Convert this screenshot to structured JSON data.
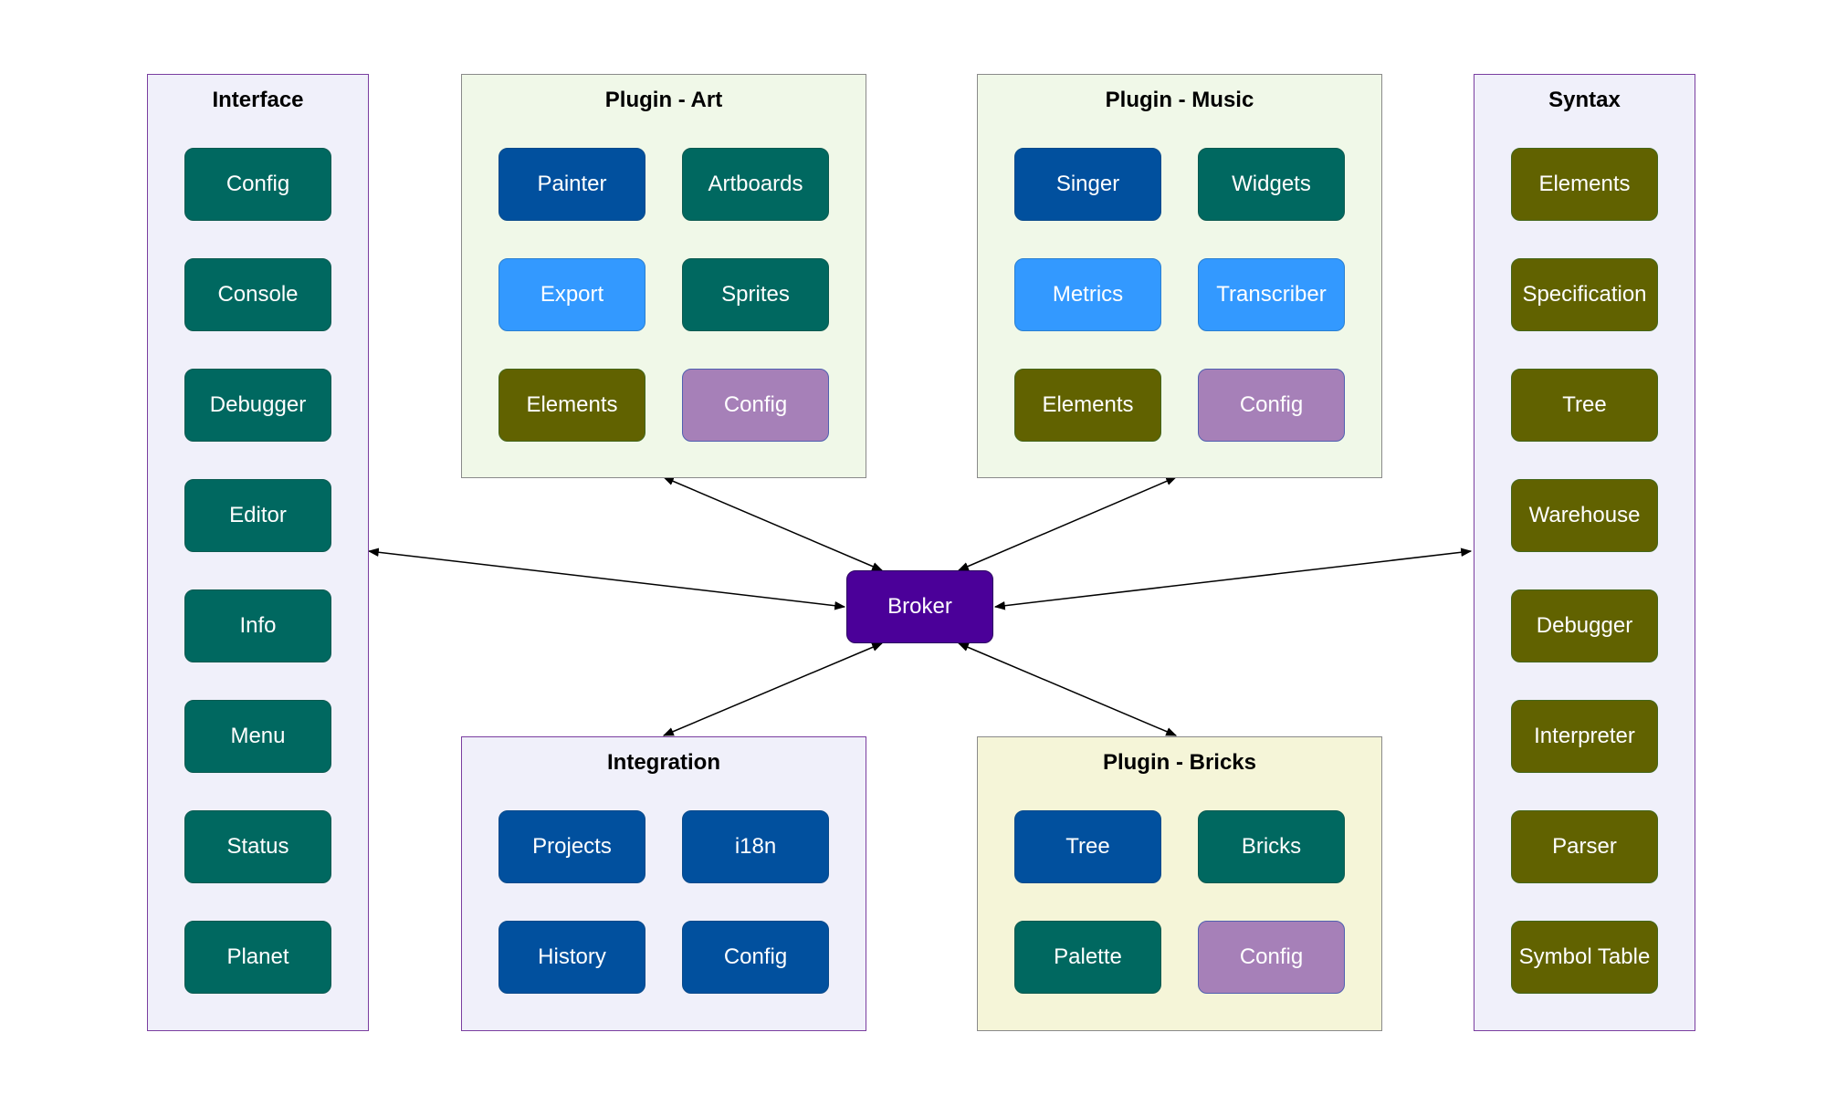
{
  "broker": "Broker",
  "groups": {
    "interface": {
      "title": "Interface",
      "items": [
        "Config",
        "Console",
        "Debugger",
        "Editor",
        "Info",
        "Menu",
        "Status",
        "Planet"
      ]
    },
    "plugin_art": {
      "title": "Plugin - Art",
      "items": [
        "Painter",
        "Artboards",
        "Export",
        "Sprites",
        "Elements",
        "Config"
      ]
    },
    "plugin_music": {
      "title": "Plugin - Music",
      "items": [
        "Singer",
        "Widgets",
        "Metrics",
        "Transcriber",
        "Elements",
        "Config"
      ]
    },
    "syntax": {
      "title": "Syntax",
      "items": [
        "Elements",
        "Specification",
        "Tree",
        "Warehouse",
        "Debugger",
        "Interpreter",
        "Parser",
        "Symbol Table"
      ]
    },
    "integration": {
      "title": "Integration",
      "items": [
        "Projects",
        "i18n",
        "History",
        "Config"
      ]
    },
    "plugin_bricks": {
      "title": "Plugin - Bricks",
      "items": [
        "Tree",
        "Bricks",
        "Palette",
        "Config"
      ]
    }
  },
  "colors": {
    "teal": "#006860",
    "navy": "#01509e",
    "sky": "#3399ff",
    "olive": "#616200",
    "lilac": "#a680b8",
    "broker": "#4b0099"
  }
}
